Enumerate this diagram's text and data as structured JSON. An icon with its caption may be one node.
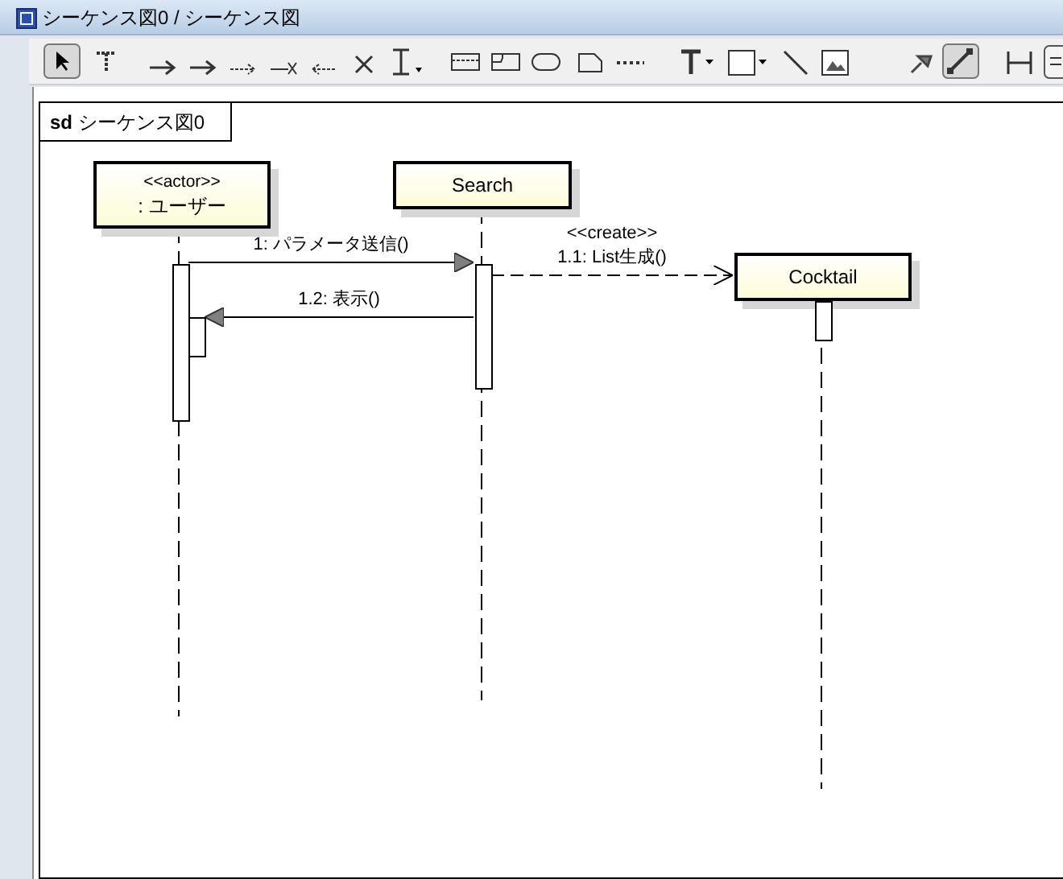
{
  "diagram": {
    "title": "シーケンス図0 / シーケンス図",
    "nodes": [
      {
        "text": [
          "**sd** シーケンス図0"
        ]
      },
      {
        "text": [
          "<<actor>>",
          ": ユーザー"
        ],
        "in": 0
      },
      {
        "text": [
          "Search"
        ],
        "in": 0
      },
      {
        "text": [
          "Cocktail"
        ],
        "in": 0
      },
      {
        "text": [],
        "shape": "bar",
        "in": 0
      },
      {
        "text": [],
        "shape": "bar",
        "in": 0
      },
      {
        "text": [],
        "shape": "bar",
        "in": 0
      },
      {
        "text": [],
        "shape": "bar",
        "in": 0
      }
    ],
    "edges": [
      {
        "from": 4,
        "to": 5,
        "arrow": "to",
        "label": "1: パラメータ送信()"
      },
      {
        "from": 5,
        "to": 3,
        "arrow": "to",
        "label": "<<create>> 1.1: List生成()",
        "style": "dashed"
      },
      {
        "from": 5,
        "to": 7,
        "arrow": "to",
        "label": "1.2: 表示()"
      }
    ]
  }
}
